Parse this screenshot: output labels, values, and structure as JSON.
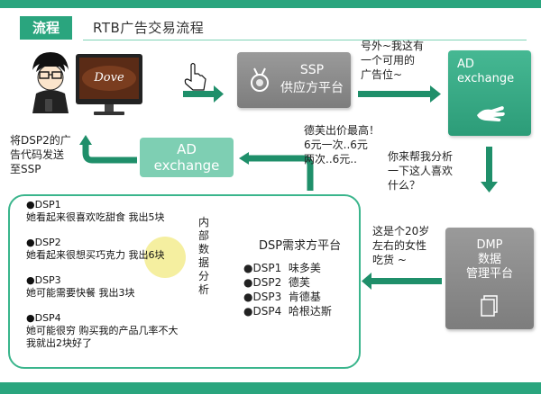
{
  "header": {
    "section": "流程",
    "title": "RTB广告交易流程"
  },
  "nodes": {
    "monitor_brand": "Dove",
    "ssp": {
      "title": "SSP",
      "subtitle": "供应方平台"
    },
    "ad_exchange_top": {
      "line1": "AD",
      "line2": "exchange"
    },
    "ad_exchange_mid": {
      "line1": "AD",
      "line2": "exchange"
    },
    "dmp": {
      "line1": "DMP",
      "line2": "数据",
      "line3": "管理平台"
    }
  },
  "notes": {
    "ssp_to_adx": [
      "号外~我这有",
      "一个可用的",
      "广告位~"
    ],
    "adx_to_dmp": [
      "你来帮我分析",
      "一下这人喜欢",
      "什么？"
    ],
    "dmp_to_dsp": [
      "这是个20岁",
      "左右的女性",
      "吃货 ~"
    ],
    "adx_to_ssp": [
      "德芙出价最高！",
      "6元一次..6元",
      "两次..6元.."
    ],
    "ssp_to_user": [
      "将DSP2的广",
      "告代码发送",
      "至SSP"
    ],
    "internal_analysis": "内部数据分析"
  },
  "dsp_bids": [
    {
      "label": "●DSP1",
      "text": "她看起来很喜欢吃甜食 我出5块"
    },
    {
      "label": "●DSP2",
      "text": "她看起来很想买巧克力 我出6块"
    },
    {
      "label": "●DSP3",
      "text": "她可能需要快餐 我出3块"
    },
    {
      "label": "●DSP4",
      "text": "她可能很穷  购买我的产品几率不大",
      "text2": "我就出2块好了"
    }
  ],
  "dsp_platform": {
    "title": "DSP需求方平台",
    "items": [
      {
        "id": "●DSP1",
        "name": "味多美"
      },
      {
        "id": "●DSP2",
        "name": "德芙"
      },
      {
        "id": "●DSP3",
        "name": "肯德基"
      },
      {
        "id": "●DSP4",
        "name": "哈根达斯"
      }
    ]
  },
  "colors": {
    "accent": "#2aa57e",
    "arrow": "#1f8f6a",
    "gray_box": "#8c8c8c",
    "highlight": "#f3ec8f"
  }
}
